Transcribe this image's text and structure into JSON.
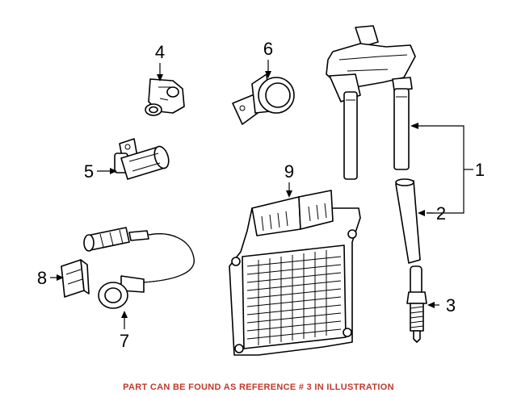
{
  "callouts": {
    "c1": "1",
    "c2": "2",
    "c3": "3",
    "c4": "4",
    "c5": "5",
    "c6": "6",
    "c7": "7",
    "c8": "8",
    "c9": "9"
  },
  "footnote": "PART CAN BE FOUND AS REFERENCE # 3 IN ILLUSTRATION",
  "colors": {
    "footnote": "#c0392b",
    "lines": "#000000"
  }
}
